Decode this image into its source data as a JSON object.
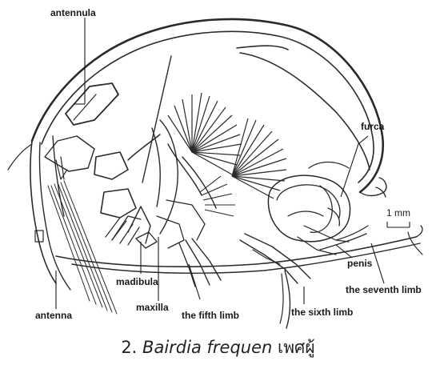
{
  "labels": {
    "antennula": "antennula",
    "furca": "furca",
    "scale": "1 mm",
    "penis": "penis",
    "madibula": "madibula",
    "the_seventh_limb": "the seventh limb",
    "antenna": "antenna",
    "maxilla": "maxilla",
    "the_fifth_limb": "the fifth limb",
    "the_sixth_limb": "the sixth limb"
  },
  "caption": {
    "number": "2.",
    "species": "Bairdia frequen",
    "sex": "เพศผู้"
  },
  "colors": {
    "line": "#2a2a2a",
    "text": "#1a1a1a",
    "background": "#ffffff"
  }
}
